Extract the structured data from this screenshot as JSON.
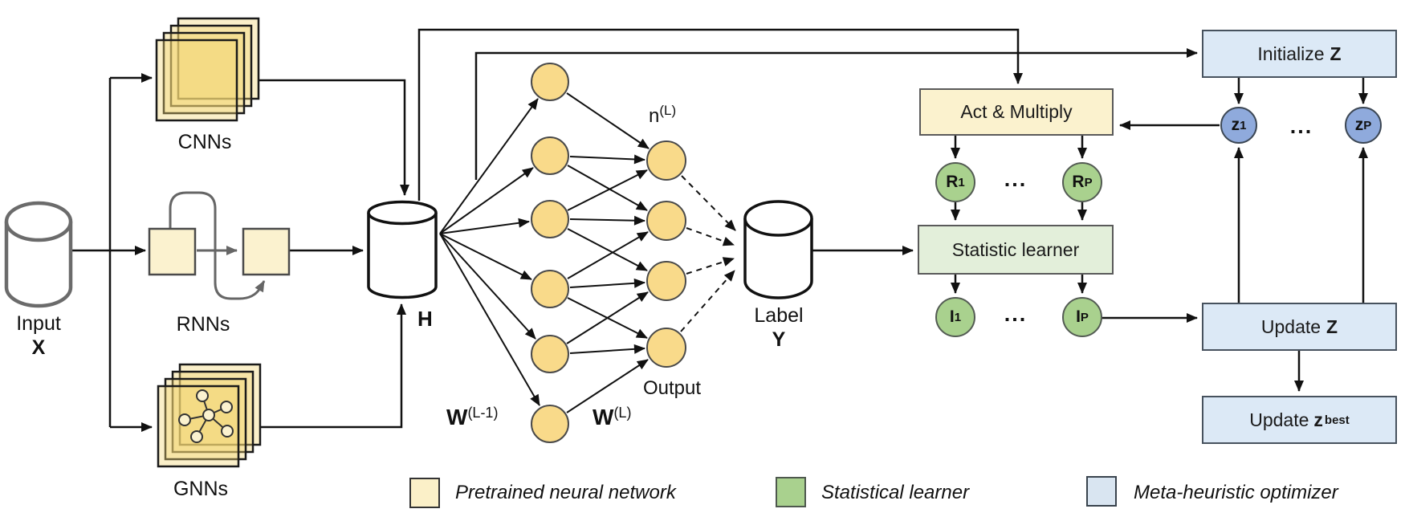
{
  "figure": {
    "input": {
      "label": "Input",
      "symbol": "X"
    },
    "encoders": {
      "cnns": "CNNs",
      "rnns": "RNNs",
      "gnns": "GNNs"
    },
    "hidden": {
      "symbol": "H"
    },
    "network": {
      "layer_size_base": "n",
      "layer_size_sup": "(L)",
      "weights_prev_base": "W",
      "weights_prev_sup": "(L-1)",
      "weights_last_base": "W",
      "weights_last_sup": "(L)",
      "output_label": "Output",
      "hidden_node_count": 6,
      "output_node_count": 4
    },
    "label_store": {
      "label": "Label",
      "symbol": "Y"
    },
    "learner": {
      "act_multiply": "Act & Multiply",
      "statistic_learner": "Statistic learner",
      "r_base": "R",
      "r_first_sub": "1",
      "r_last_sub": "P",
      "i_base": "I",
      "i_first_sub": "1",
      "i_last_sub": "P",
      "ellipsis": "..."
    },
    "optimizer": {
      "initialize_label": "Initialize",
      "initialize_symbol": "Z",
      "update_label": "Update",
      "update_symbol": "Z",
      "update_best_label": "Update",
      "update_best_symbol": "z",
      "update_best_sub": "best",
      "z_base": "z",
      "z_first_sub": "1",
      "z_last_sub": "P",
      "ellipsis": "..."
    },
    "legend": {
      "items": [
        {
          "label": "Pretrained neural network",
          "swatch": "#FBF0C8"
        },
        {
          "label": "Statistical learner",
          "swatch": "#A9D18E"
        },
        {
          "label": "Meta-heuristic optimizer",
          "swatch": "#D9E5F1"
        }
      ]
    },
    "colors": {
      "node_yellow": "#F9DA8A",
      "pale_yellow": "#FBF2CE",
      "light_green": "#E3EFDA",
      "mid_green": "#A9D18E",
      "light_blue": "#DCE9F6",
      "mid_blue": "#8FAADC"
    }
  }
}
